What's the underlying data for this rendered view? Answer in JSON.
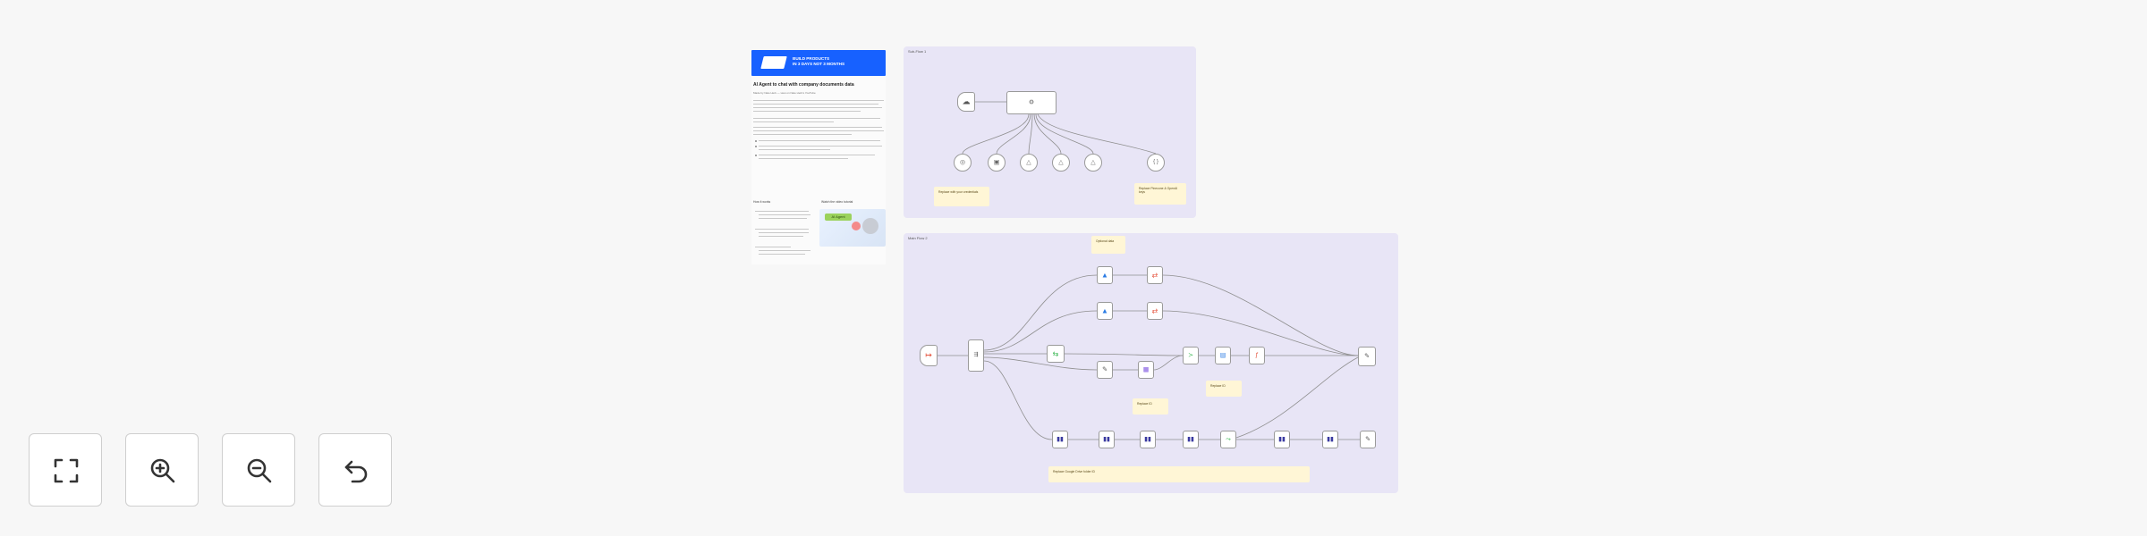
{
  "document": {
    "banner_line1": "BUILD PRODUCTS",
    "banner_line2": "IN 3 DAYS NOT 3 MONTHS",
    "title": "AI Agent to chat with company documents data",
    "meta": "Made by Nate Herk — view on Nate Herk's YouTube",
    "section_left_title": "How it works",
    "section_right_title": "Watch the video tutorial",
    "thumb_badge": "AI Agent"
  },
  "groups": [
    {
      "title": "Sub-Flow 1"
    },
    {
      "title": "Main Flow 2"
    }
  ],
  "notes": {
    "note_a": "Replace with your credentials",
    "note_b": "Replace Pinecone & OpenAI keys",
    "note_c": "Optional data",
    "note_d": "Replace ID",
    "note_e": "Replace ID",
    "note_f": "Replace Google Drive folder ID"
  },
  "controls": [
    {
      "name": "fit-view-button",
      "icon": "fit-to-screen-icon"
    },
    {
      "name": "zoom-in-button",
      "icon": "zoom-in-icon"
    },
    {
      "name": "zoom-out-button",
      "icon": "zoom-out-icon"
    },
    {
      "name": "reset-zoom-button",
      "icon": "undo-icon"
    }
  ]
}
